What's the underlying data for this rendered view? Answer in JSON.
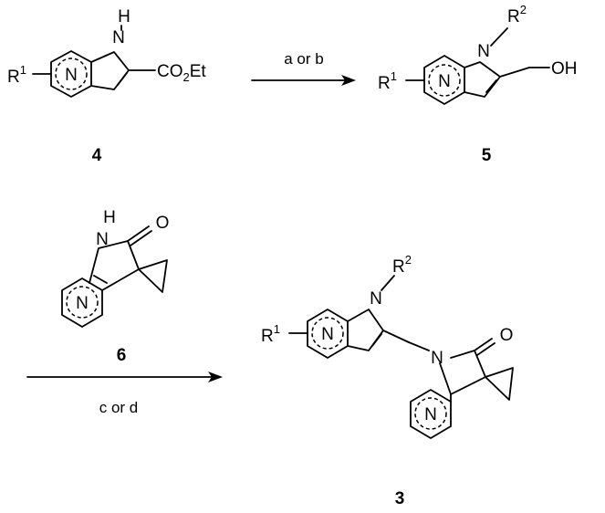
{
  "compounds": {
    "c4": {
      "number": "4",
      "r1": "R",
      "r1_sup": "1",
      "nh": "H",
      "n_ring": "N",
      "n_pyrrole": "N",
      "ester_pre": "CO",
      "ester_sub": "2",
      "ester_post": "Et"
    },
    "c5": {
      "number": "5",
      "r1": "R",
      "r1_sup": "1",
      "r2": "R",
      "r2_sup": "2",
      "n_ring": "N",
      "n_pyrrole": "N",
      "oh": "OH"
    },
    "c6": {
      "number": "6",
      "nh": "H",
      "n_lactam": "N",
      "o": "O",
      "n_ring": "N"
    },
    "c3": {
      "number": "3",
      "r1": "R",
      "r1_sup": "1",
      "r2": "R",
      "r2_sup": "2",
      "n_ring": "N",
      "n_pyrrole": "N",
      "n_lactam": "N",
      "o": "O",
      "n_ring2": "N"
    }
  },
  "reactions": {
    "step1": {
      "conditions": "a or b"
    },
    "step2": {
      "conditions": "c or d"
    }
  }
}
